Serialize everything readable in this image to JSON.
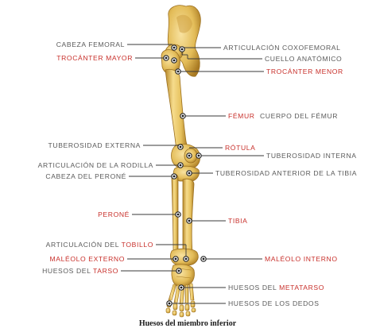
{
  "labels": {
    "cabeza_femoral": "CABEZA FEMORAL",
    "trocanter_mayor": "TROCÁNTER MAYOR",
    "articulacion_coxofemoral": "ARTICULACIÓN COXOFEMORAL",
    "cuello_anatomico": "CUELLO ANATÓMICO",
    "trocanter_menor": "TROCÁNTER MENOR",
    "femur": "FÉMUR",
    "cuerpo_femur": "CUERPO DEL FÉMUR",
    "tuberosidad_externa": "TUBEROSIDAD EXTERNA",
    "rotula": "RÓTULA",
    "tuberosidad_interna": "TUBEROSIDAD INTERNA",
    "articulacion_rodilla": "ARTICULACIÓN DE LA RODILLA",
    "cabeza_perone": "CABEZA DEL PERONÉ",
    "tuberosidad_anterior_tibia": "TUBEROSIDAD ANTERIOR DE LA TIBIA",
    "perone": "PERONÉ",
    "tibia": "TIBIA",
    "articulacion_tobillo_prefix": "ARTICULACIÓN DEL ",
    "articulacion_tobillo_red": "TOBILLO",
    "maleolo_externo": "MALÉOLO EXTERNO",
    "maleolo_interno": "MALÉOLO INTERNO",
    "huesos_tarso_prefix": "HUESOS DEL ",
    "huesos_tarso_red": "TARSO",
    "huesos_metatarso_prefix": "HUESOS DEL ",
    "huesos_metatarso_red": "METATARSO",
    "huesos_dedos": "HUESOS DE LOS DEDOS"
  },
  "caption": "Huesos del miembro inferior",
  "colors": {
    "bone": "#e6c15e",
    "bone_shadow": "#b8892a",
    "bone_highlight": "#f6dc8c",
    "label_gray": "#5a5a5a",
    "label_red": "#c8302b",
    "leader": "#3a3a3a"
  }
}
